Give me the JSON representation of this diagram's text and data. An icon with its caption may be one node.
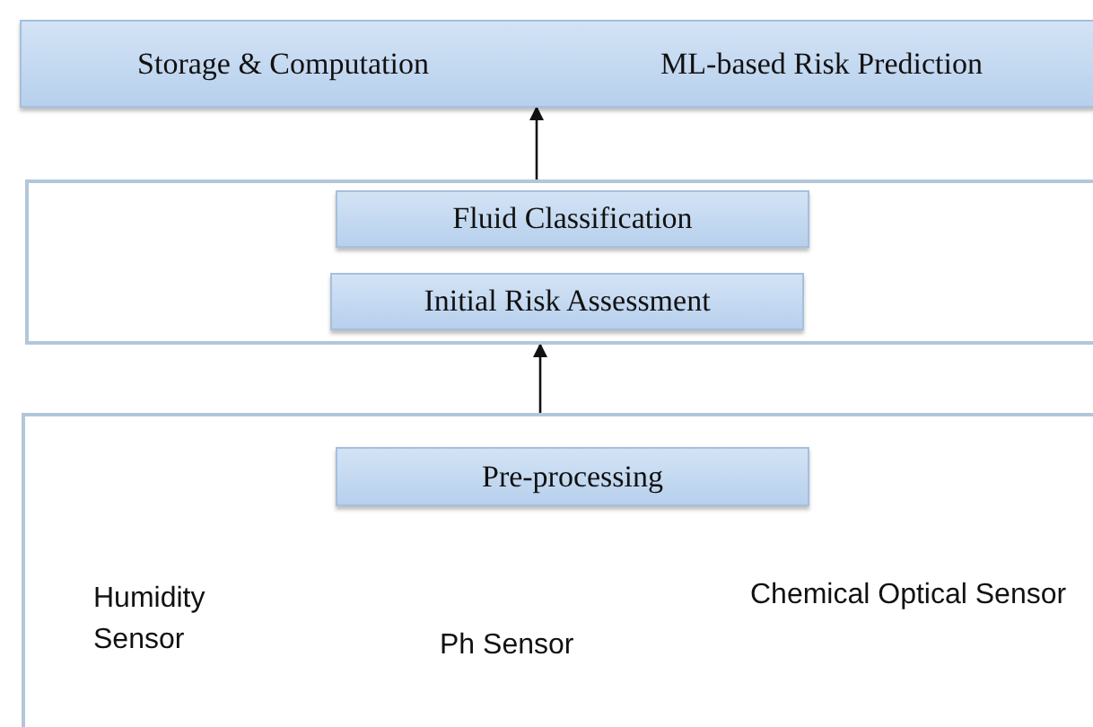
{
  "diagram": {
    "nodes": [
      {
        "text": [
          "Storage & Computation",
          "ML-based Risk Prediction"
        ]
      },
      {
        "text": [],
        "shape": "box"
      },
      {
        "text": [
          "Fluid Classification"
        ],
        "in": 1
      },
      {
        "text": [
          "Initial Risk Assessment"
        ],
        "in": 1
      },
      {
        "text": [],
        "shape": "box"
      },
      {
        "text": [
          "Pre-processing"
        ],
        "in": 4
      }
    ],
    "edges": [
      {
        "from": 4,
        "to": 1,
        "arrow": "to"
      },
      {
        "from": 1,
        "to": 0,
        "arrow": "to"
      }
    ],
    "labels": [
      "Humidity Sensor",
      "Ph Sensor",
      "Chemical Optical Sensor"
    ]
  }
}
